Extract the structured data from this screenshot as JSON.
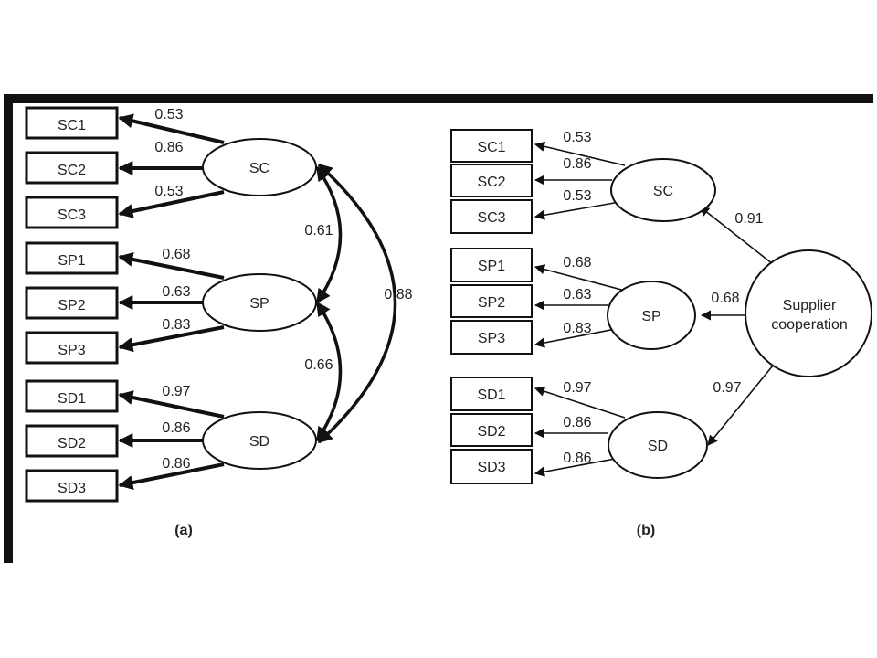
{
  "panel_a": {
    "caption": "(a)",
    "indicators": [
      "SC1",
      "SC2",
      "SC3",
      "SP1",
      "SP2",
      "SP3",
      "SD1",
      "SD2",
      "SD3"
    ],
    "loadings": [
      "0.53",
      "0.86",
      "0.53",
      "0.68",
      "0.63",
      "0.83",
      "0.97",
      "0.86",
      "0.86"
    ],
    "factors": [
      "SC",
      "SP",
      "SD"
    ],
    "correlations": {
      "sc_sp": "0.61",
      "sp_sd": "0.66",
      "sc_sd": "0.88"
    }
  },
  "panel_b": {
    "caption": "(b)",
    "indicators": [
      "SC1",
      "SC2",
      "SC3",
      "SP1",
      "SP2",
      "SP3",
      "SD1",
      "SD2",
      "SD3"
    ],
    "loadings": [
      "0.53",
      "0.86",
      "0.53",
      "0.68",
      "0.63",
      "0.83",
      "0.97",
      "0.86",
      "0.86"
    ],
    "factors": [
      "SC",
      "SP",
      "SD"
    ],
    "second_order": {
      "line1": "Supplier",
      "line2": "cooperation",
      "paths": [
        "0.91",
        "0.68",
        "0.97"
      ]
    }
  },
  "colors": {
    "frame": "#111111",
    "background": "#ffffff",
    "ink": "#111111"
  }
}
